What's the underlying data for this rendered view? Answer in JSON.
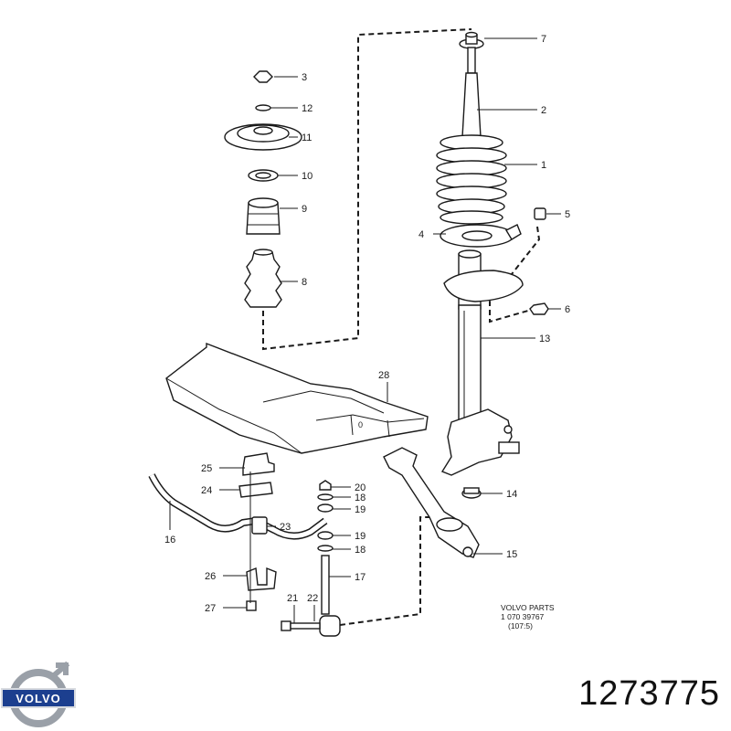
{
  "diagram": {
    "callouts": [
      "1",
      "2",
      "3",
      "4",
      "5",
      "6",
      "7",
      "8",
      "9",
      "10",
      "11",
      "12",
      "13",
      "14",
      "15",
      "16",
      "17",
      "18",
      "19",
      "20",
      "21",
      "22",
      "23",
      "24",
      "25",
      "26",
      "27",
      "28"
    ],
    "stamp": {
      "line1": "VOLVO PARTS",
      "line2": "1  070  39767",
      "line3": "(107:5)"
    }
  },
  "brand": {
    "logo_text": "VOLVO"
  },
  "part_number": "1273775",
  "colors": {
    "ink": "#1a1a1a",
    "logo_blue": "#1c3f8f",
    "logo_metal": "#9aa0a8"
  }
}
